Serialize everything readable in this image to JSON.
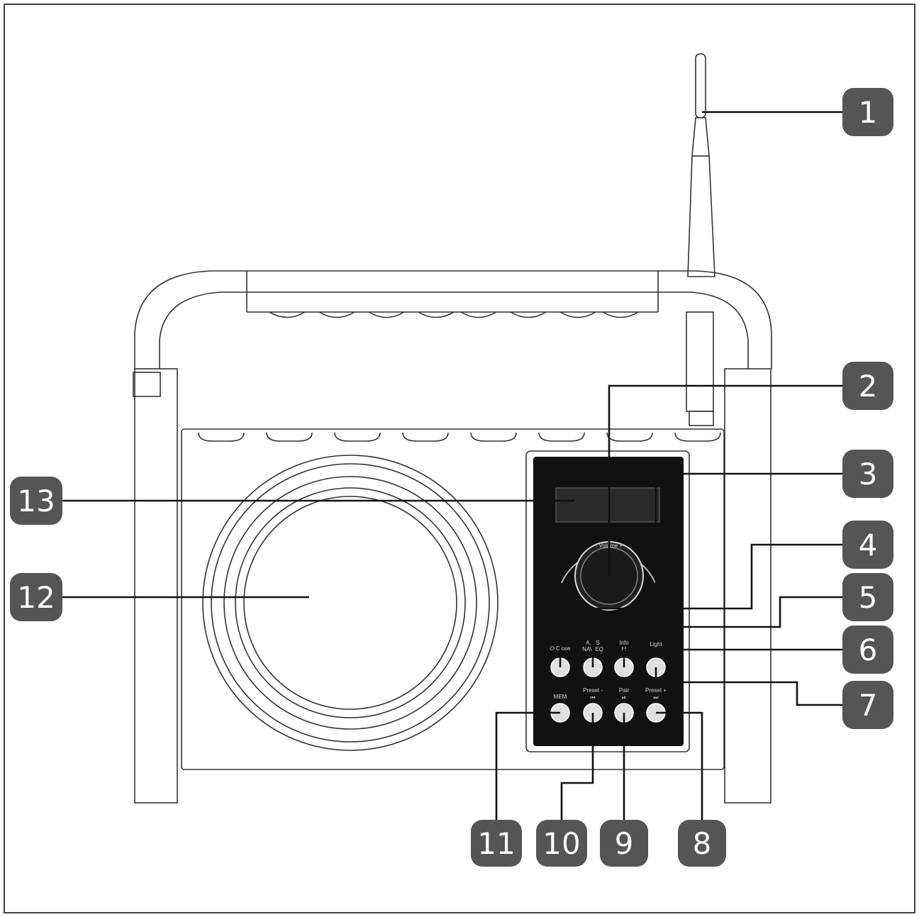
{
  "diagram": {
    "callouts": [
      {
        "label": "1",
        "part": "antenna"
      },
      {
        "label": "2",
        "part": "volume-knob"
      },
      {
        "label": "3",
        "part": "volume-scale"
      },
      {
        "label": "4",
        "part": "power-button"
      },
      {
        "label": "5",
        "part": "mode-button"
      },
      {
        "label": "6",
        "part": "info-button"
      },
      {
        "label": "7",
        "part": "light-button"
      },
      {
        "label": "8",
        "part": "preset-plus-button"
      },
      {
        "label": "9",
        "part": "pair-button"
      },
      {
        "label": "10",
        "part": "preset-minus-button"
      },
      {
        "label": "11",
        "part": "mem-button"
      },
      {
        "label": "12",
        "part": "speaker"
      },
      {
        "label": "13",
        "part": "display"
      }
    ],
    "panel_labels": {
      "volume": "- Volume +",
      "power": "⏻ Close",
      "mode_top": "A... S",
      "mode_bottom": "NAV EQ",
      "info_top": "Info",
      "info_bottom": "M",
      "light": "Light",
      "mem": "MEM",
      "preset_minus_top": "Preset -",
      "preset_minus_bottom": "⏮",
      "pair_top": "Pair",
      "pair_bottom": "⏯",
      "preset_plus_top": "Preset +",
      "preset_plus_bottom": "⏭"
    },
    "colors": {
      "line": "#333333",
      "badge": "#555555",
      "panel": "#111111"
    }
  }
}
